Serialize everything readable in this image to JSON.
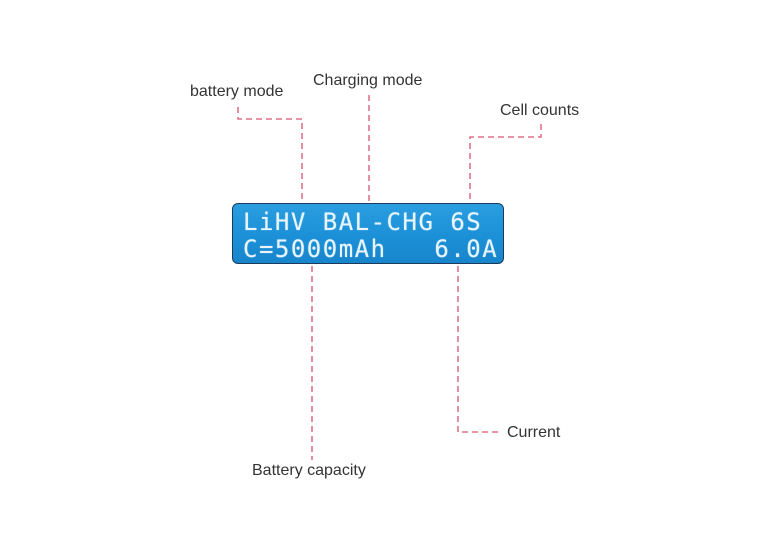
{
  "labels": {
    "battery_mode": "battery mode",
    "charging_mode": "Charging mode",
    "cell_counts": "Cell counts",
    "current": "Current",
    "battery_capacity": "Battery capacity"
  },
  "display": {
    "line1": "LiHV BAL-CHG 6S",
    "line2": "C=5000mAh   6.0A"
  },
  "colors": {
    "leader_line": "#d9536e",
    "lcd_background": "#1b8fd6",
    "lcd_text": "#e8f5ff",
    "label_text": "#333333"
  }
}
